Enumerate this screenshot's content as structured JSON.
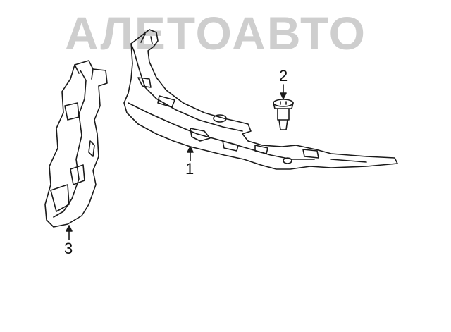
{
  "watermark": {
    "text": "АЛЕТОАВТО"
  },
  "callouts": [
    {
      "id": "1",
      "label": "1"
    },
    {
      "id": "2",
      "label": "2"
    },
    {
      "id": "3",
      "label": "3"
    }
  ],
  "colors": {
    "line": "#1a1a1a",
    "watermark": "#c9c9c9",
    "background": "#ffffff"
  }
}
